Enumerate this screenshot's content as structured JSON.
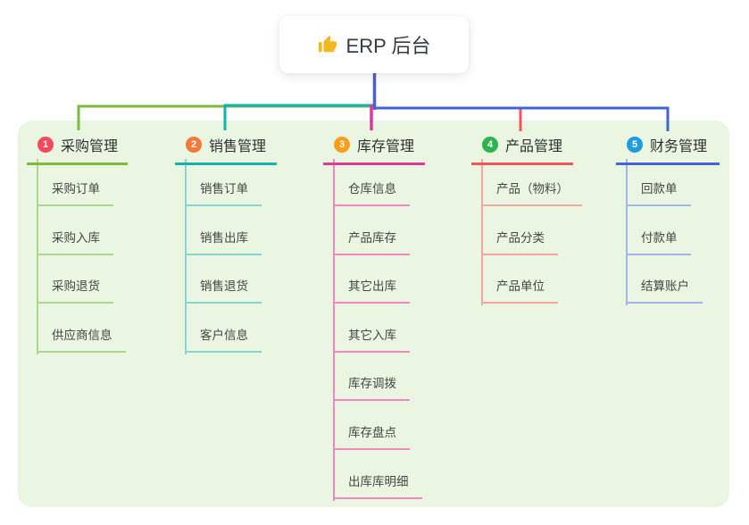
{
  "root": {
    "label": "ERP 后台",
    "icon": "thumbs-up-icon",
    "icon_color": "#F3B71F"
  },
  "canvas": {
    "background": "#FFFFFF",
    "panel_background": "#EAF6E2",
    "trunk_color": "#4A5FD1"
  },
  "branches": [
    {
      "index": "1",
      "title": "采购管理",
      "badge_color": "#F4495D",
      "line_color": "#7FBA3D",
      "child_line_color": "#ABD78F",
      "children": [
        "采购订单",
        "采购入库",
        "采购退货",
        "供应商信息"
      ]
    },
    {
      "index": "2",
      "title": "销售管理",
      "badge_color": "#F57A3A",
      "line_color": "#14B2AE",
      "child_line_color": "#85D6CF",
      "children": [
        "销售订单",
        "销售出库",
        "销售退货",
        "客户信息"
      ]
    },
    {
      "index": "3",
      "title": "库存管理",
      "badge_color": "#F9A01B",
      "line_color": "#D93A9B",
      "child_line_color": "#F087BE",
      "children": [
        "仓库信息",
        "产品库存",
        "其它出库",
        "其它入库",
        "库存调拨",
        "库存盘点",
        "出库库明细"
      ]
    },
    {
      "index": "4",
      "title": "产品管理",
      "badge_color": "#2FB350",
      "line_color": "#F4545E",
      "child_line_color": "#F8A5A0",
      "children": [
        "产品（物料）",
        "产品分类",
        "产品单位"
      ]
    },
    {
      "index": "5",
      "title": "财务管理",
      "badge_color": "#209CDF",
      "line_color": "#4164D1",
      "child_line_color": "#A3B6E8",
      "children": [
        "回款单",
        "付款单",
        "结算账户"
      ]
    }
  ]
}
